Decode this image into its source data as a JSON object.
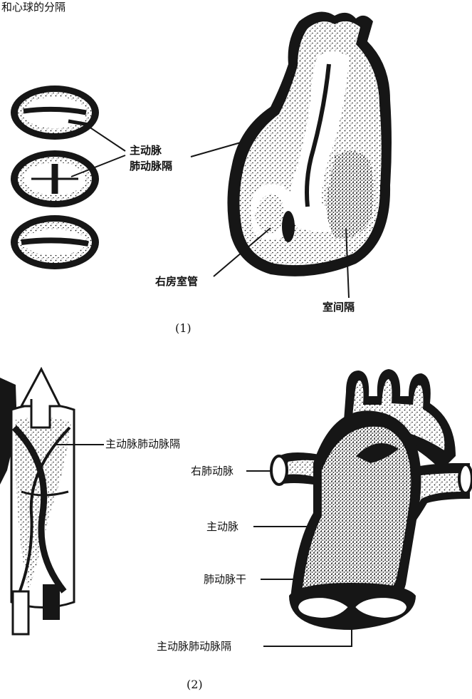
{
  "header": {
    "title_fragment": "和心球的分隔"
  },
  "panel1": {
    "label_aortic_septum_line1": "主动脉",
    "label_aortic_septum_line2": "肺动脉隔",
    "label_right_av_canal": "右房室管",
    "label_interventricular_septum": "室间隔",
    "caption": "(1)"
  },
  "panel2": {
    "label_spiral_septum": "主动脉肺动脉隔",
    "label_right_pulmonary_artery": "右肺动脉",
    "label_aorta": "主动脉",
    "label_pulmonary_trunk": "肺动脉干",
    "label_aorticopulmonary_septum": "主动脉肺动脉隔",
    "caption": "(2)"
  },
  "colors": {
    "ink": "#161616",
    "paper": "#ffffff"
  }
}
